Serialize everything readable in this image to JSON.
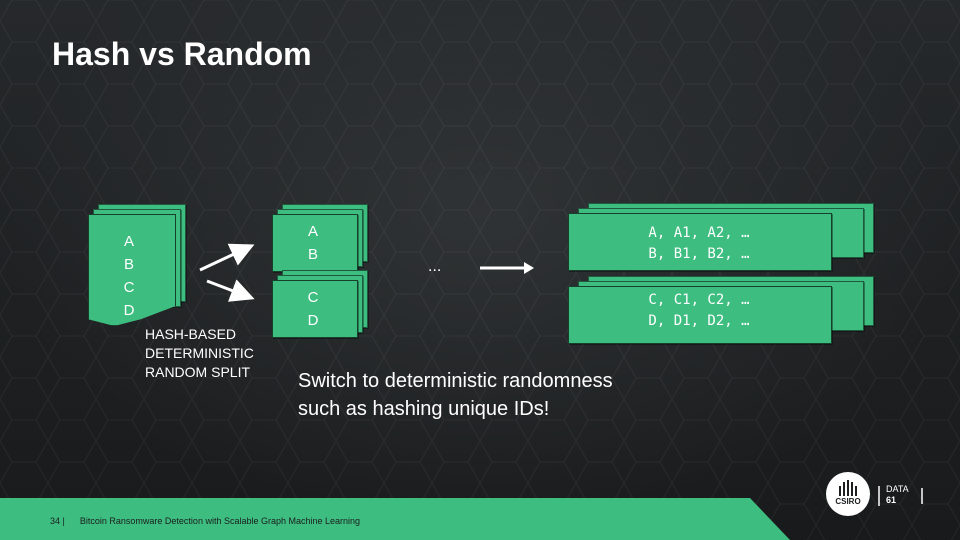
{
  "title": "Hash vs Random",
  "left_doc": {
    "lines": [
      "A",
      "B",
      "C",
      "D"
    ]
  },
  "split_label": [
    "HASH-BASED",
    "DETERMINISTIC",
    "RANDOM SPLIT"
  ],
  "mid_docs": [
    {
      "lines": [
        "A",
        "B"
      ]
    },
    {
      "lines": [
        "C",
        "D"
      ]
    }
  ],
  "ellipsis": "...",
  "right_docs": [
    {
      "lines": [
        "A, A1, A2, …",
        "B, B1, B2, …"
      ]
    },
    {
      "lines": [
        "C, C1, C2, …",
        "D, D1, D2, …"
      ]
    }
  ],
  "switch_text": [
    "Switch to deterministic randomness",
    "such as hashing unique IDs!"
  ],
  "footer": {
    "page": "34 |",
    "text": "Bitcoin Ransomware Detection with Scalable Graph Machine Learning"
  },
  "logos": {
    "csiro": "CSIRO",
    "data61_line1": "DATA",
    "data61_line2": "61"
  },
  "colors": {
    "accent": "#3dbd7f",
    "background": "#1b1d1f",
    "text": "#ffffff"
  }
}
